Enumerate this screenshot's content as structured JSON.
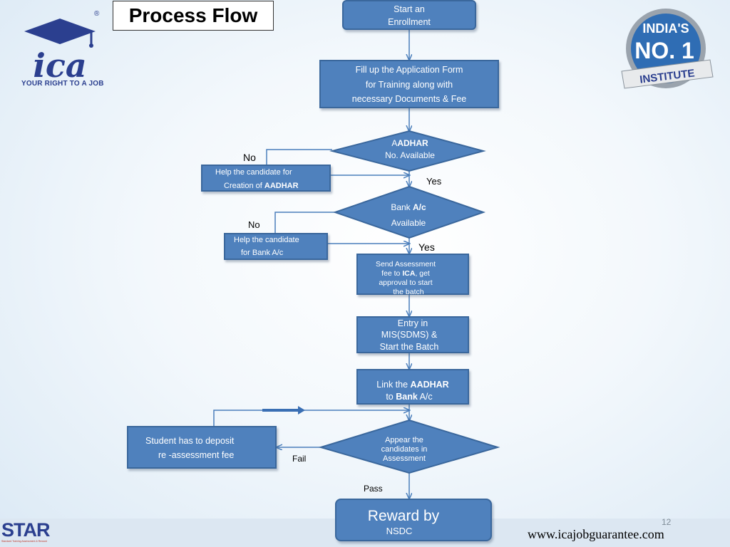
{
  "title": "Process Flow",
  "logo": {
    "brand": "ica",
    "tagline": "YOUR RIGHT TO A JOB",
    "registered": "®"
  },
  "badge": {
    "line1": "INDIA'S",
    "line2": "NO. 1",
    "ribbon": "INSTITUTE"
  },
  "flow": {
    "start": [
      "Start an",
      "Enrollment"
    ],
    "fill_form": [
      "Fill up the Application Form",
      "for Training along with",
      "necessary Documents & Fee"
    ],
    "aadhar_q": {
      "a": "A",
      "b": "ADHAR",
      "line2": "No. Available"
    },
    "aadhar_no": "No",
    "aadhar_yes": "Yes",
    "help_aadhar": {
      "line1": "Help the candidate for",
      "line2_pre": "Creation of ",
      "line2_bold": "AADHAR"
    },
    "bank_q": {
      "pre": "Bank ",
      "bold": "A/c",
      "line2": "Available"
    },
    "bank_no": "No",
    "bank_yes": "Yes",
    "help_bank": [
      "Help the candidate",
      "for Bank A/c"
    ],
    "send_fee": {
      "line1": "Send  Assessment",
      "line2_pre": "fee to ",
      "line2_bold": "ICA",
      "line2_post": ",  get",
      "line3": "approval  to start",
      "line4": "the batch"
    },
    "entry": [
      "Entry in",
      "MIS(SDMS) &",
      "Start  the  Batch"
    ],
    "link": {
      "pre": "Link the  ",
      "bold1": "AADHAR",
      "to": "to ",
      "bold2": "Bank",
      "post": " A/c"
    },
    "appear": [
      "Appear the",
      "candidates in",
      "Assessment"
    ],
    "fail": "Fail",
    "pass": "Pass",
    "reassess": [
      "Student has to deposit",
      "re -assessment fee"
    ],
    "reward": [
      "Reward by",
      "NSDC"
    ]
  },
  "footer": {
    "star_logo": "STAR",
    "star_sub": "Standard Training Assessment & Reward",
    "page_number": "12",
    "url": "www.icajobguarantee.com"
  },
  "colors": {
    "box_fill": "#4f81bd",
    "box_border": "#3a679c",
    "connector": "#4a7ebb",
    "logo_blue": "#2b3f8f"
  }
}
